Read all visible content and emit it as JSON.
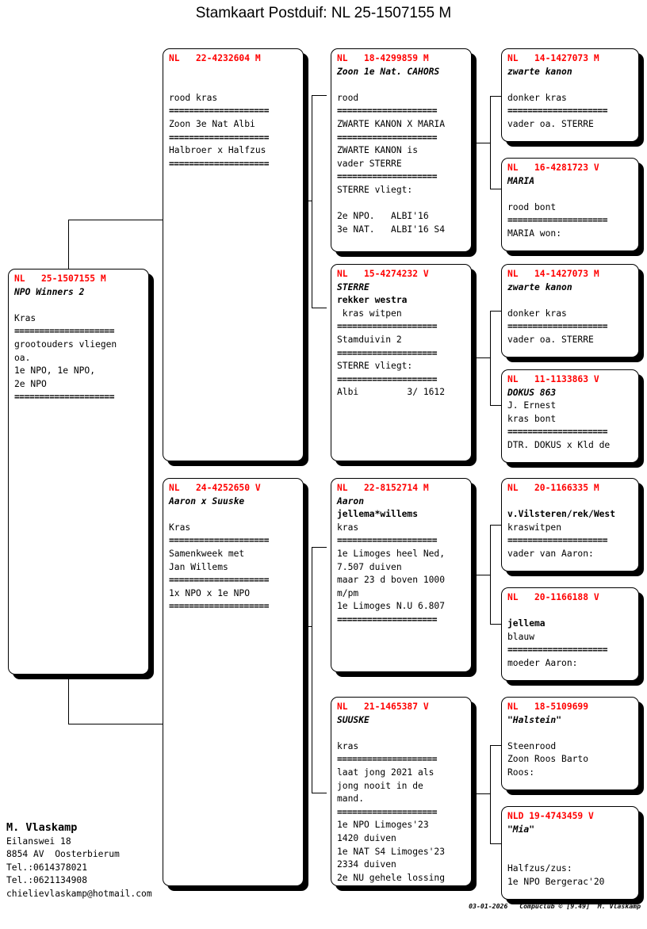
{
  "title": "Stamkaart Postduif: NL  25-1507155 M",
  "rule": "====================",
  "subject": {
    "ring": "NL   25-1507155 M",
    "name": "NPO Winners 2",
    "lines": [
      "",
      "Kras",
      "====================",
      "grootouders vliegen",
      "oa.",
      "1e NPO, 1e NPO,",
      "2e NPO",
      "===================="
    ]
  },
  "father": {
    "ring": "NL   22-4232604 M",
    "name": "",
    "lines": [
      "",
      "rood kras",
      "====================",
      "Zoon 3e Nat Albi",
      "====================",
      "Halbroer x Halfzus",
      "===================="
    ]
  },
  "mother": {
    "ring": "NL   24-4252650 V",
    "name": "Aaron x Suuske",
    "name_bold_part": "x",
    "lines": [
      "",
      "Kras",
      "====================",
      "Samenkweek met",
      "Jan Willems",
      "====================",
      "1x NPO x 1e NPO",
      "===================="
    ]
  },
  "gp": [
    {
      "ring": "NL   18-4299859 M",
      "name": "Zoon 1e Nat. CAHORS",
      "lines": [
        "",
        "rood",
        "====================",
        "ZWARTE KANON X MARIA",
        "====================",
        "ZWARTE KANON is",
        "vader STERRE",
        "====================",
        "STERRE vliegt:",
        "",
        "2e NPO.   ALBI'16",
        "3e NAT.   ALBI'16 S4"
      ]
    },
    {
      "ring": "NL   15-4274232 V",
      "name": "STERRE",
      "subname": "rekker westra",
      "lines": [
        " kras witpen",
        "====================",
        "Stamduivin 2",
        "====================",
        "STERRE vliegt:",
        "====================",
        "Albi         3/ 1612"
      ]
    },
    {
      "ring": "NL   22-8152714 M",
      "name": "Aaron",
      "subname": "jellema*willems",
      "lines": [
        "kras",
        "====================",
        "1e Limoges heel Ned,",
        "7.507 duiven",
        "maar 23 d boven 1000",
        "m/pm",
        "1e Limoges N.U 6.807",
        "===================="
      ]
    },
    {
      "ring": "NL   21-1465387 V",
      "name": "SUUSKE",
      "lines": [
        "",
        "kras",
        "====================",
        "laat jong 2021 als",
        "jong nooit in de",
        "mand.",
        "====================",
        "1e NPO Limoges'23",
        "1420 duiven",
        "1e NAT S4 Limoges'23",
        "2334 duiven",
        "2e NU gehele lossing"
      ]
    }
  ],
  "ggp": [
    {
      "ring": "NL   14-1427073 M",
      "name": "zwarte kanon",
      "lines": [
        "",
        "donker kras",
        "====================",
        "vader oa. STERRE"
      ]
    },
    {
      "ring": "NL   16-4281723 V",
      "name": "MARIA",
      "lines": [
        "",
        "rood bont",
        "====================",
        "MARIA won:"
      ]
    },
    {
      "ring": "NL   14-1427073 M",
      "name": "zwarte kanon",
      "lines": [
        "",
        "donker kras",
        "====================",
        "vader oa. STERRE"
      ]
    },
    {
      "ring": "NL   11-1133863 V",
      "name": "DOKUS 863",
      "subname": "J. Ernest",
      "lines": [
        "kras bont",
        "====================",
        "DTR. DOKUS x Kld de"
      ]
    },
    {
      "ring": "NL   20-1166335 M",
      "name": "",
      "subname": "v.Vilsteren/rek/West",
      "lines": [
        "kraswitpen",
        "====================",
        "vader van Aaron:"
      ]
    },
    {
      "ring": "NL   20-1166188 V",
      "name": "",
      "subname": "jellema",
      "lines": [
        "blauw",
        "====================",
        "moeder Aaron:"
      ]
    },
    {
      "ring": "NL   18-5109699",
      "name": "\"Halstein\"",
      "lines": [
        "",
        "Steenrood",
        "Zoon Roos Barto",
        "Roos:"
      ]
    },
    {
      "ring": "NLD 19-4743459 V",
      "name": "\"Mia\"",
      "lines": [
        "",
        "",
        "Halfzus/zus:",
        "1e NPO Bergerac'20"
      ]
    }
  ],
  "owner": {
    "name": "M. Vlaskamp",
    "address1": "Eilanswei 18",
    "address2": "8854 AV  Oosterbierum",
    "tel1": "Tel.:0614378021",
    "tel2": "Tel.:0621134908",
    "email": "chielievlaskamp@hotmail.com"
  },
  "credit": "03-01-2026   Compuclub © [9.49]  M. Vlaskamp",
  "colors": {
    "ring": "#ff0000",
    "text": "#000000",
    "bg": "#ffffff"
  }
}
